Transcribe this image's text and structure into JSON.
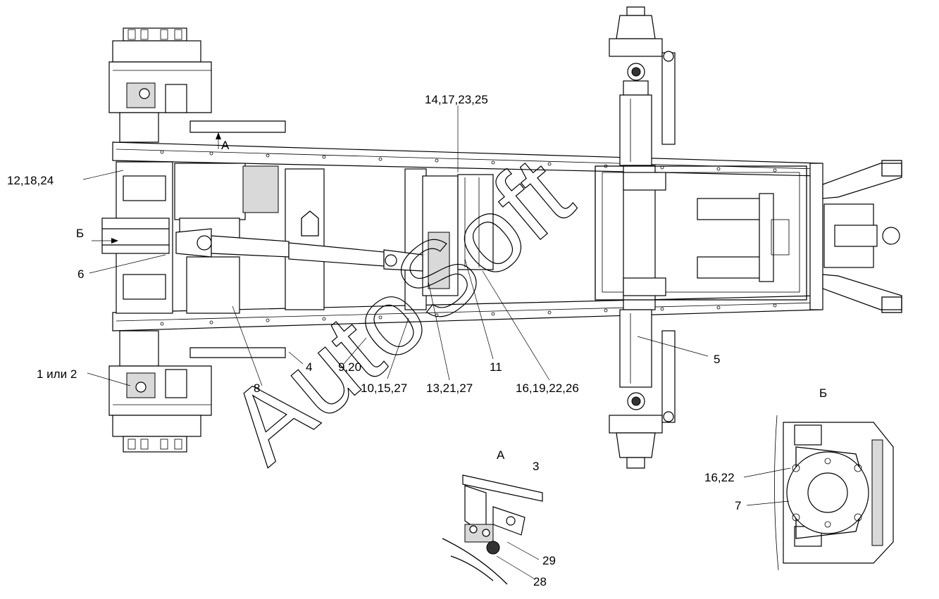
{
  "callouts": {
    "c1": "1 или 2",
    "c3": "3",
    "c4": "4",
    "c5": "5",
    "c6": "6",
    "c7": "7",
    "c8": "8",
    "c9": "9,20",
    "c10": "10,15,27",
    "c11": "11",
    "c12": "12,18,24",
    "c13": "13,21,27",
    "c14": "14,17,23,25",
    "c16a": "16,19,22,26",
    "c16b": "16,22",
    "c28": "28",
    "c29": "29"
  },
  "views": {
    "view_a_marker": "А",
    "view_a_title": "А",
    "view_b_marker": "Б",
    "view_b_title": "Б"
  },
  "watermark": "AutoSoft"
}
